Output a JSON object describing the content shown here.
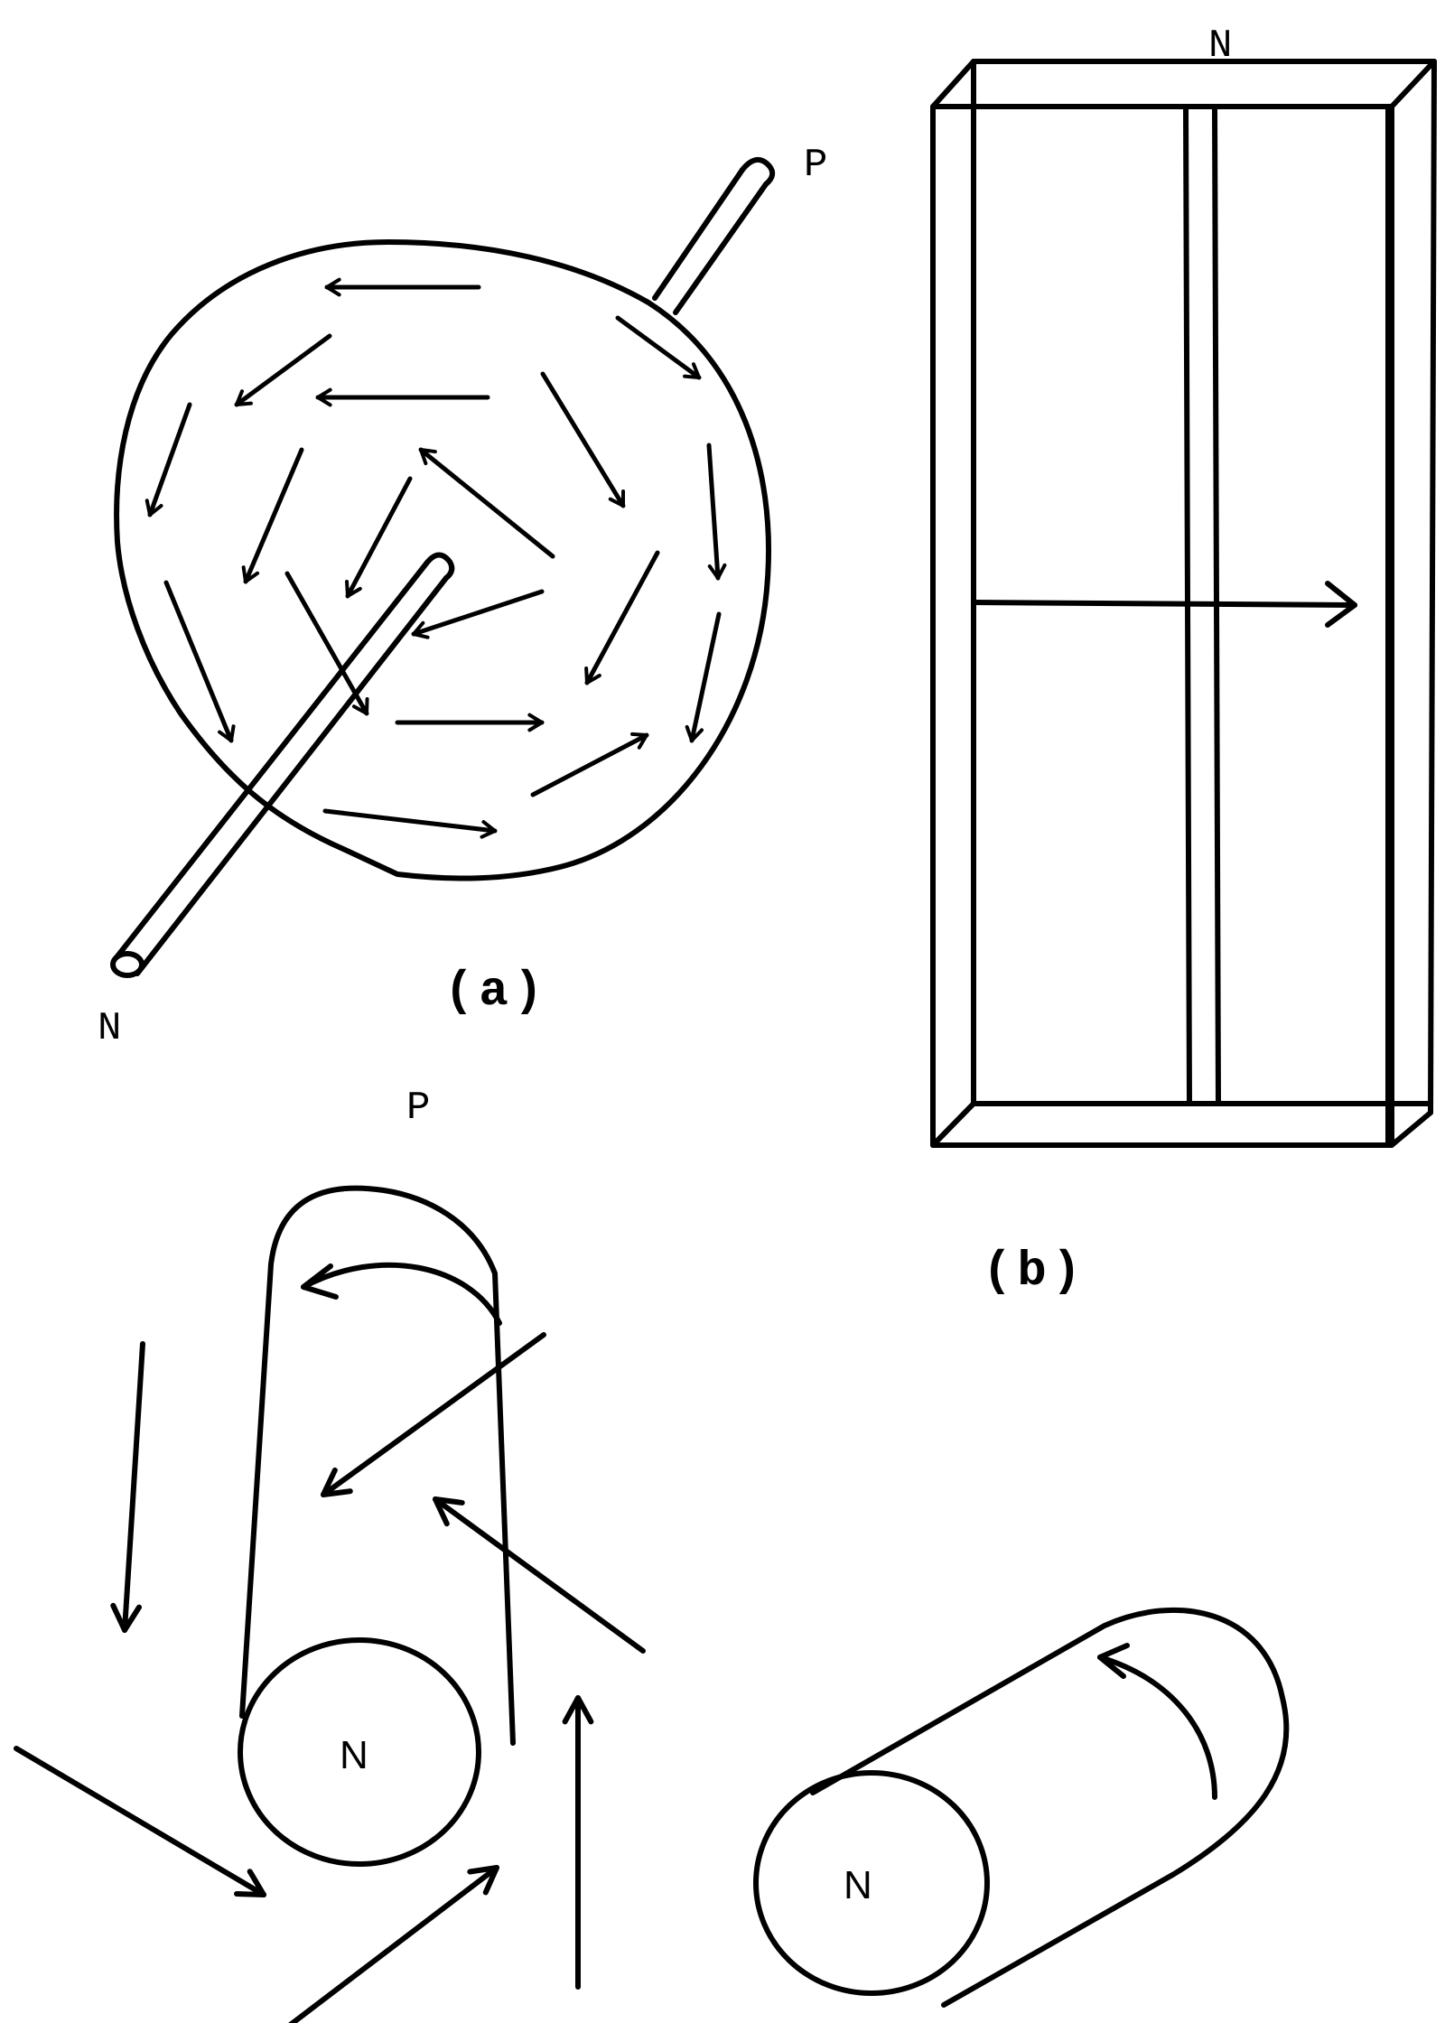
{
  "panel_a": {
    "label_p": "P",
    "label_n": "N",
    "caption": "(a)"
  },
  "panel_b": {
    "label_n": "N",
    "caption": "(b)"
  },
  "panel_c": {
    "label_p": "P",
    "label_n_left": "N",
    "label_n_right": "N"
  }
}
